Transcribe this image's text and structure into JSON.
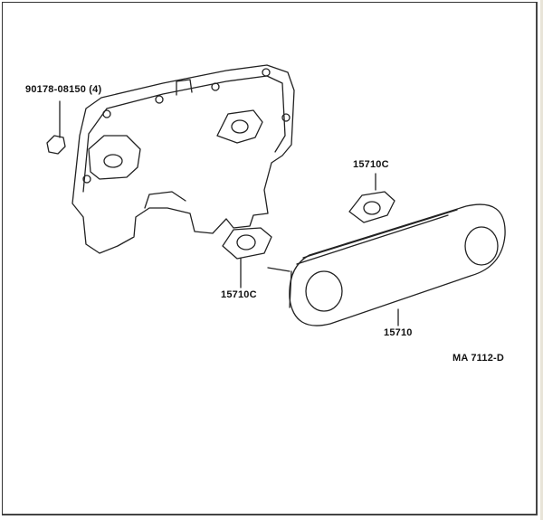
{
  "labels": {
    "bolt": "90178-08150 (4)",
    "gasket_upper": "15710C",
    "gasket_lower": "15710C",
    "cooler": "15710",
    "figure_code": "MA 7112-D"
  }
}
